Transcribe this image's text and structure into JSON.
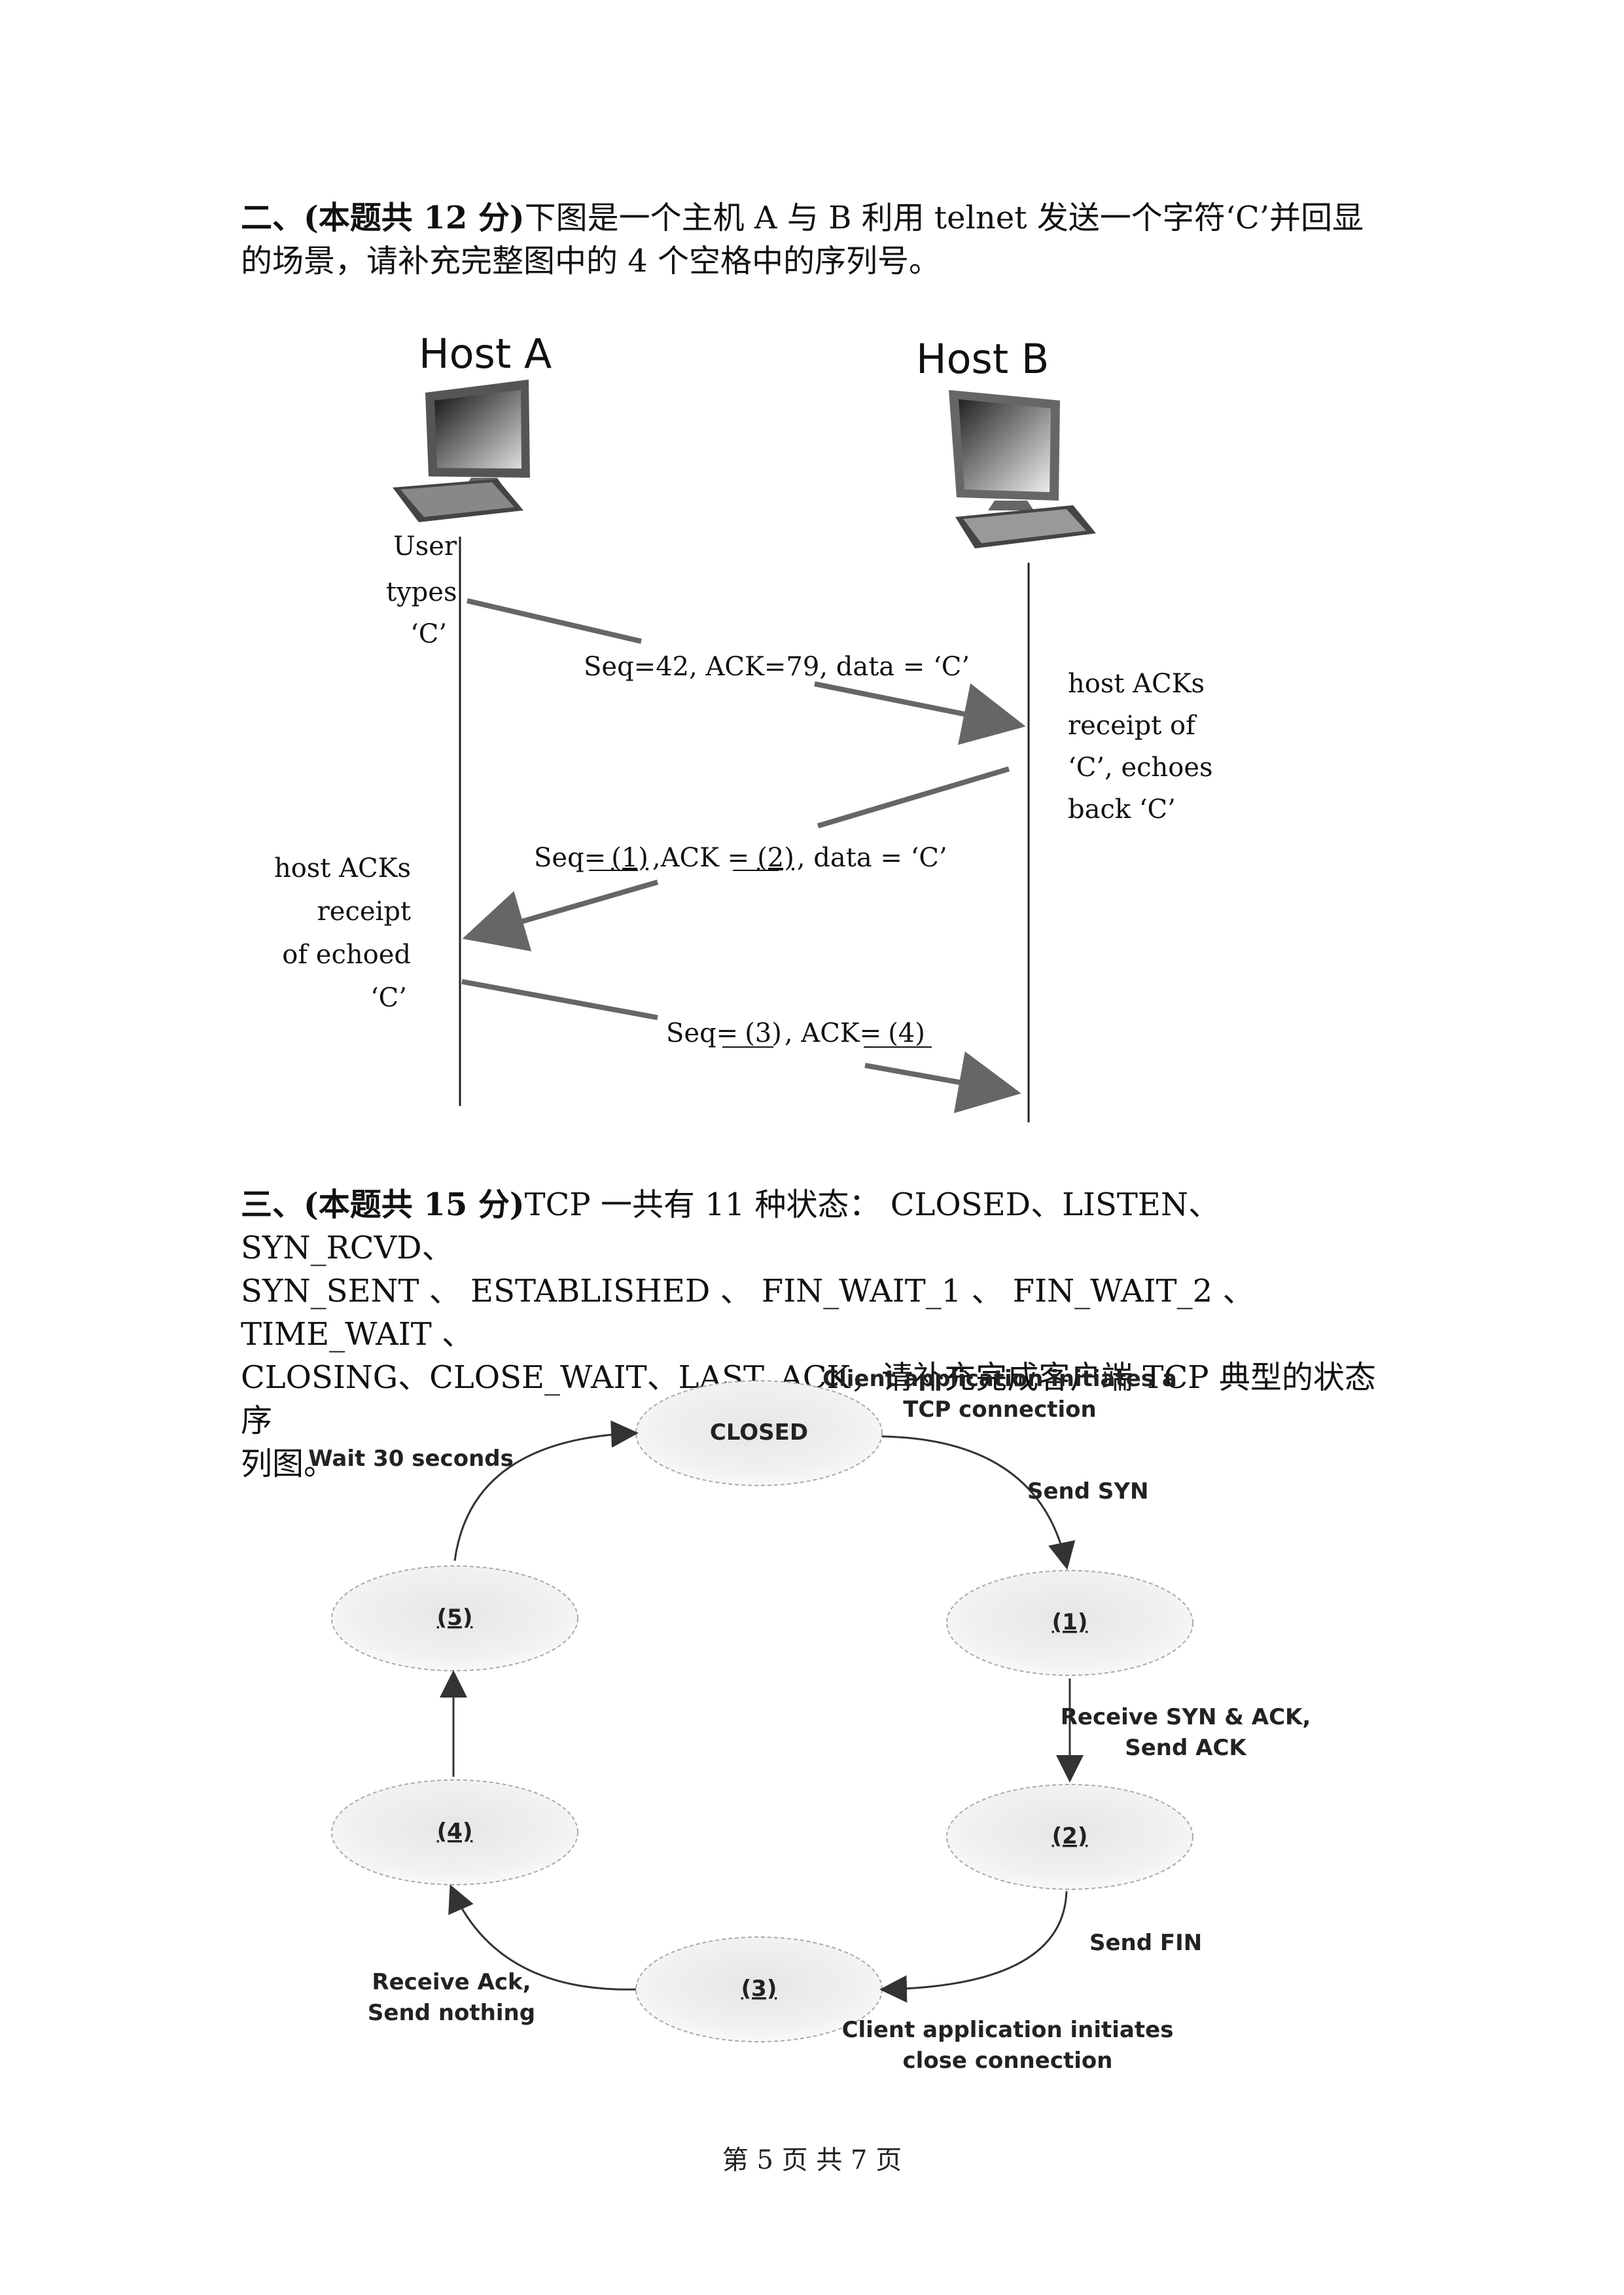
{
  "question2": {
    "heading": "二、(本题共 12 分)",
    "text_line1": "下图是一个主机 A 与 B 利用 telnet 发送一个字符‘C’并回显",
    "text_line2": "的场景，请补充完整图中的 4 个空格中的序列号。"
  },
  "telnet_diagram": {
    "host_a_label": "Host A",
    "host_b_label": "Host B",
    "user_types": [
      "User",
      "types",
      "‘C’"
    ],
    "msg1": "Seq=42, ACK=79, data = ‘C’",
    "host_b_note": [
      "host ACKs",
      "receipt of",
      "‘C’, echoes",
      "back ‘C’"
    ],
    "msg2_seq_prefix": "Seq=",
    "msg2_blank1": "(1)",
    "msg2_ack_prefix": ",ACK =",
    "msg2_blank2": "(2)",
    "msg2_suffix": ", data = ‘C’",
    "host_a_note": [
      "host ACKs",
      "receipt",
      "of echoed",
      "‘C’"
    ],
    "msg3_seq_prefix": "Seq=",
    "msg3_blank3": "(3)",
    "msg3_ack_prefix": ", ACK=",
    "msg3_blank4": "(4)"
  },
  "question3": {
    "heading": "三、(本题共 15 分)",
    "text_line1": "TCP 一共有 11 种状态： CLOSED、LISTEN、SYN_RCVD、",
    "text_line2": "SYN_SENT 、 ESTABLISHED 、 FIN_WAIT_1 、 FIN_WAIT_2 、 TIME_WAIT 、",
    "text_line3": "CLOSING、CLOSE_WAIT、LAST_ACK，请补充完成客户端 TCP 典型的状态序",
    "text_line4": "列图。"
  },
  "state_diagram": {
    "closed_label": "CLOSED",
    "blank1": "(1)",
    "blank2": "(2)",
    "blank3": "(3)",
    "blank4": "(4)",
    "blank5": "(5)",
    "label_initiate_1": "Client application initiates a",
    "label_initiate_2": "TCP connection",
    "label_send_syn": "Send SYN",
    "label_recv_synack_1": "Receive SYN & ACK,",
    "label_recv_synack_2": "Send ACK",
    "label_send_fin": "Send FIN",
    "label_close_1": "Client application initiates",
    "label_close_2": "close connection",
    "label_recv_ack_1": "Receive Ack,",
    "label_recv_ack_2": "Send nothing",
    "label_wait": "Wait 30 seconds"
  },
  "footer": "第 5 页 共 7 页"
}
